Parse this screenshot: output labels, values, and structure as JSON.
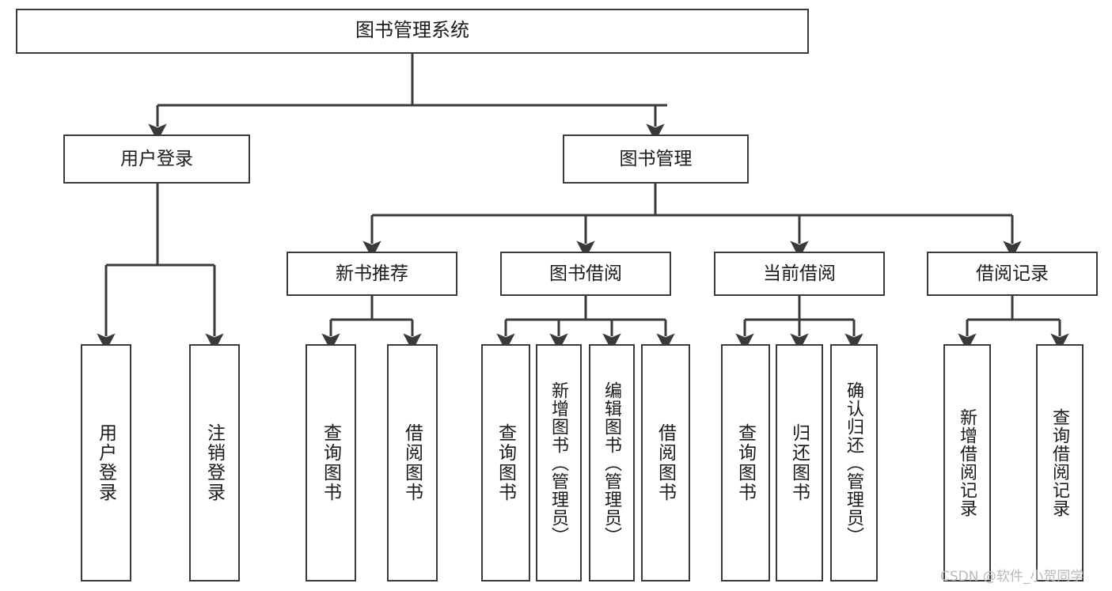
{
  "diagram": {
    "title": "图书管理系统",
    "type": "tree",
    "line_color": "#3a3a3a",
    "box_fill": "#ffffff",
    "text_color": "#1b1b1b",
    "nodes": {
      "root": "图书管理系统",
      "level1": [
        "用户登录",
        "图书管理"
      ],
      "level2": [
        "新书推荐",
        "图书借阅",
        "当前借阅",
        "借阅记录"
      ],
      "leaves_user_login": [
        "用户登录",
        "注销登录"
      ],
      "leaves_new_book": [
        "查询图书",
        "借阅图书"
      ],
      "leaves_borrow": [
        "查询图书",
        "新增图书（管理员）",
        "编辑图书（管理员）",
        "借阅图书"
      ],
      "leaves_current": [
        "查询图书",
        "归还图书",
        "确认归还（管理员）"
      ],
      "leaves_records": [
        "新增借阅记录",
        "查询借阅记录"
      ]
    }
  },
  "watermark": {
    "text": "CSDN @软件_小贺同学"
  }
}
